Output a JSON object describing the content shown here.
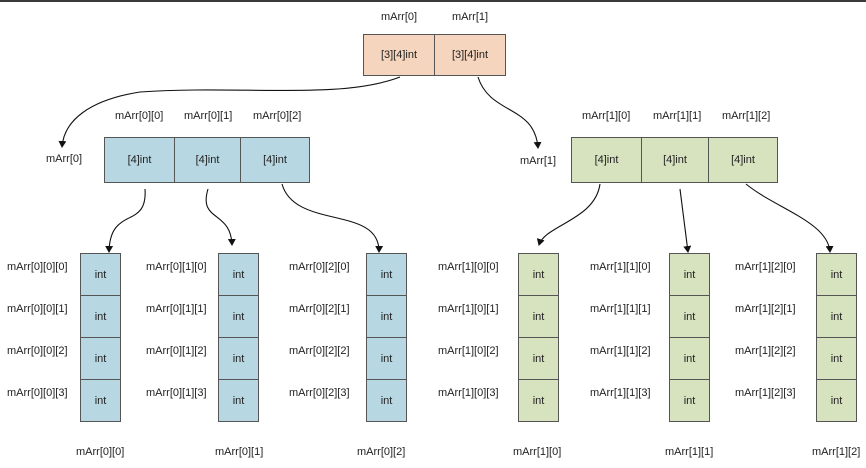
{
  "top": {
    "labels": [
      "mArr[0]",
      "mArr[1]"
    ],
    "cells": [
      "[3][4]int",
      "[3][4]int"
    ]
  },
  "level2": [
    {
      "name": "mArr[0]",
      "headers": [
        "mArr[0][0]",
        "mArr[0][1]",
        "mArr[0][2]"
      ],
      "cells": [
        "[4]int",
        "[4]int",
        "[4]int"
      ]
    },
    {
      "name": "mArr[1]",
      "headers": [
        "mArr[1][0]",
        "mArr[1][1]",
        "mArr[1][2]"
      ],
      "cells": [
        "[4]int",
        "[4]int",
        "[4]int"
      ]
    }
  ],
  "level3": [
    {
      "name": "mArr[0][0]",
      "rows": [
        "mArr[0][0][0]",
        "mArr[0][0][1]",
        "mArr[0][0][2]",
        "mArr[0][0][3]"
      ],
      "cells": [
        "int",
        "int",
        "int",
        "int"
      ]
    },
    {
      "name": "mArr[0][1]",
      "rows": [
        "mArr[0][1][0]",
        "mArr[0][1][1]",
        "mArr[0][1][2]",
        "mArr[0][1][3]"
      ],
      "cells": [
        "int",
        "int",
        "int",
        "int"
      ]
    },
    {
      "name": "mArr[0][2]",
      "rows": [
        "mArr[0][2][0]",
        "mArr[0][2][1]",
        "mArr[0][2][2]",
        "mArr[0][2][3]"
      ],
      "cells": [
        "int",
        "int",
        "int",
        "int"
      ]
    },
    {
      "name": "mArr[1][0]",
      "rows": [
        "mArr[1][0][0]",
        "mArr[1][0][1]",
        "mArr[1][0][2]",
        "mArr[1][0][3]"
      ],
      "cells": [
        "int",
        "int",
        "int",
        "int"
      ]
    },
    {
      "name": "mArr[1][1]",
      "rows": [
        "mArr[1][1][0]",
        "mArr[1][1][1]",
        "mArr[1][1][2]",
        "mArr[1][1][3]"
      ],
      "cells": [
        "int",
        "int",
        "int",
        "int"
      ]
    },
    {
      "name": "mArr[1][2]",
      "rows": [
        "mArr[1][2][0]",
        "mArr[1][2][1]",
        "mArr[1][2][2]",
        "mArr[1][2][3]"
      ],
      "cells": [
        "int",
        "int",
        "int",
        "int"
      ]
    }
  ],
  "colors": {
    "top": "#f5d5bd",
    "blue": "#b7d7e3",
    "green": "#d7e2bf",
    "border": "#555555"
  }
}
